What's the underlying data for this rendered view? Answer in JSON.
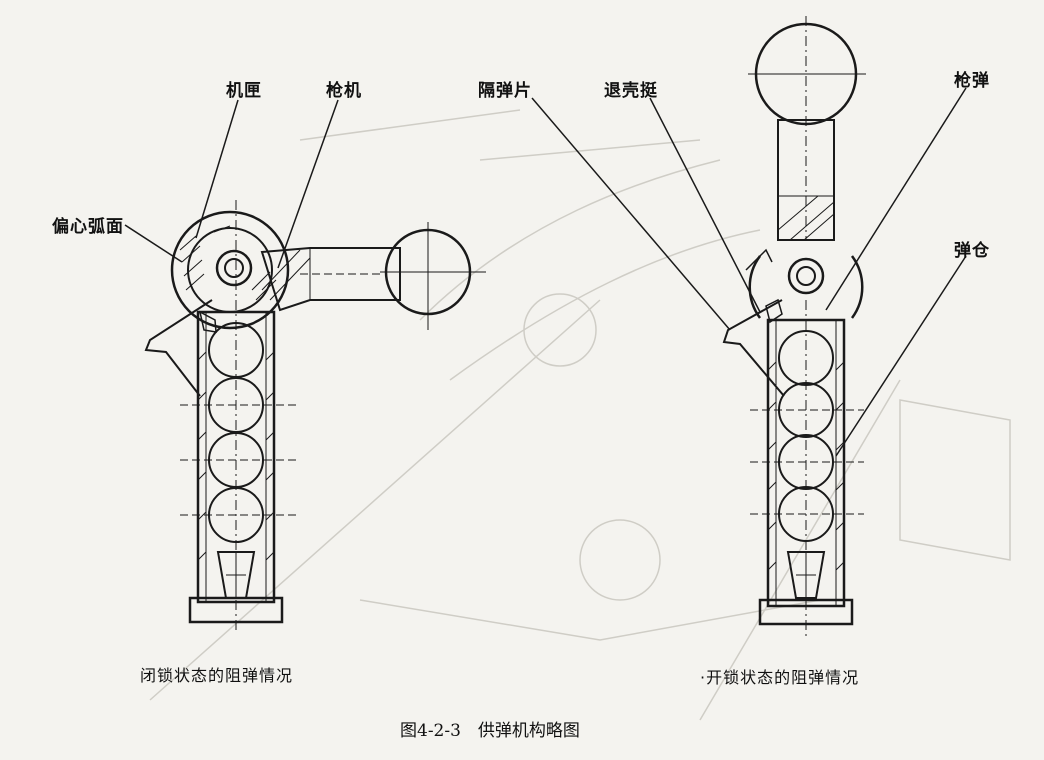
{
  "figure": {
    "caption": "图4-2-3　供弹机构略图",
    "left_view": {
      "subtitle": "闭锁状态的阻弹情况",
      "labels": {
        "receiver": "机匣",
        "bolt": "枪机",
        "eccentric_arc": "偏心弧面"
      }
    },
    "right_view": {
      "subtitle": "·开锁状态的阻弹情况",
      "labels": {
        "separator": "隔弹片",
        "ejector": "退壳挺",
        "cartridge": "枪弹",
        "magazine": "弹仓"
      }
    }
  },
  "colors": {
    "ink": "#1a1a1a",
    "paper": "#f4f3ef",
    "bleed": "#c9c8c2"
  }
}
